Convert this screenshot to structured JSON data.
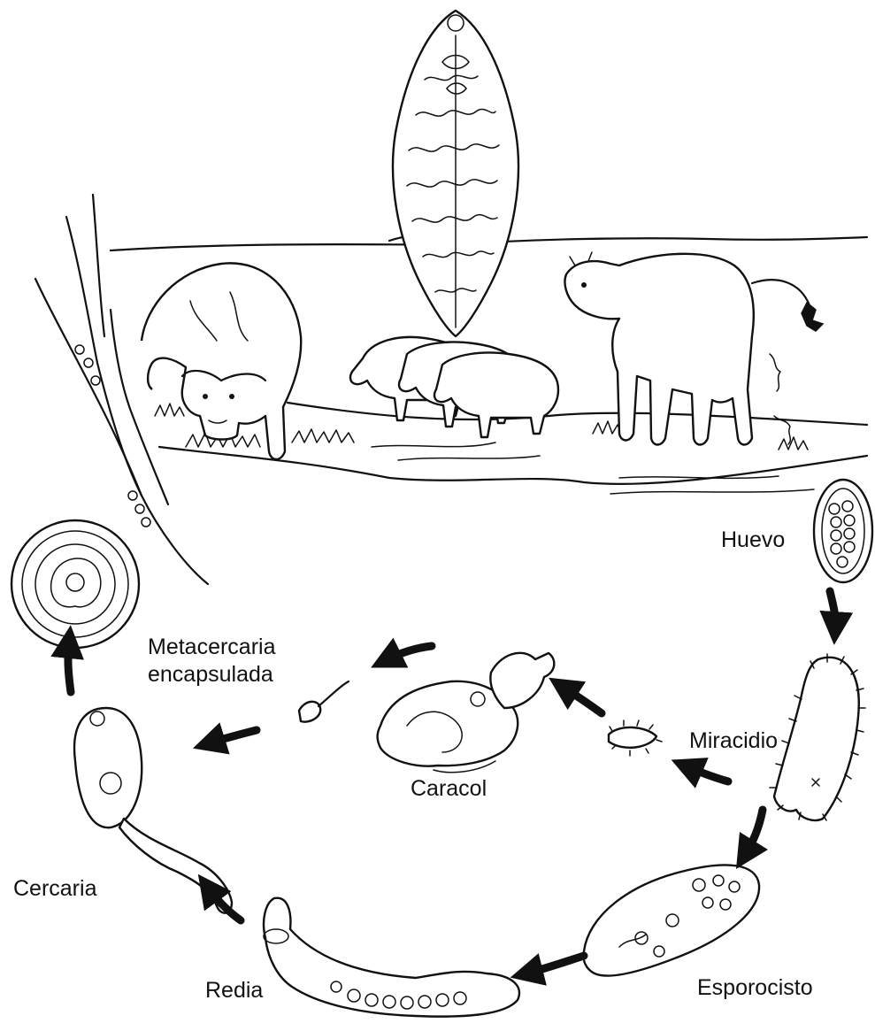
{
  "diagram": {
    "labels": {
      "huevo": "Huevo",
      "miracidio": "Miracidio",
      "esporocisto": "Esporocisto",
      "redia": "Redia",
      "cercaria": "Cercaria",
      "metacercaria_line1": "Metacercaria",
      "metacercaria_line2": "encapsulada",
      "caracol": "Caracol"
    },
    "colors": {
      "ink": "#111111",
      "background": "#ffffff"
    }
  }
}
